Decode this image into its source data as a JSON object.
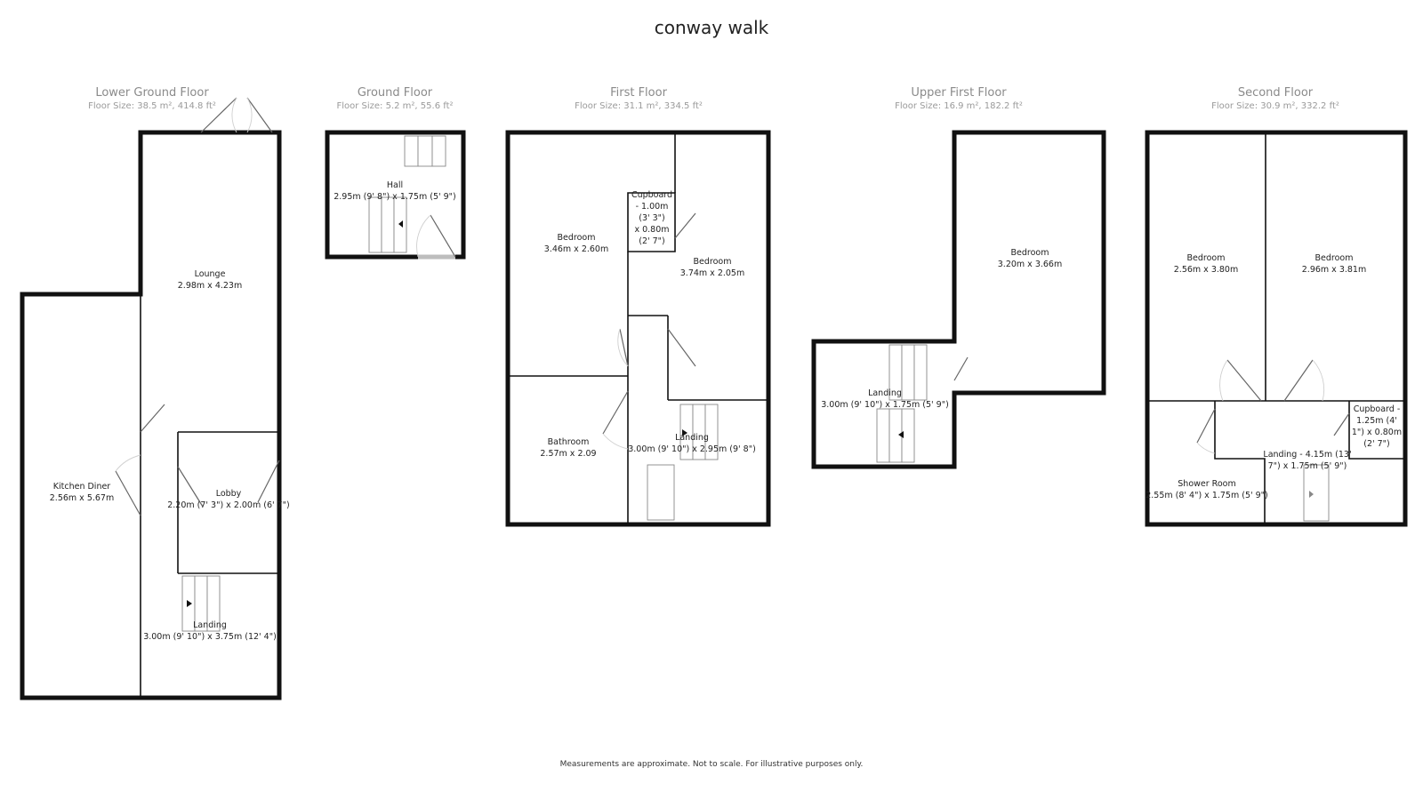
{
  "title": "conway walk",
  "footer_note": "Measurements are approximate. Not to scale. For illustrative purposes only.",
  "floors": {
    "lower_ground": {
      "name": "Lower Ground Floor",
      "size": "Floor Size: 38.5 m², 414.8 ft²",
      "rooms": {
        "lounge": {
          "name": "Lounge",
          "dims": "2.98m x 4.23m"
        },
        "kitchen": {
          "name": "Kitchen Diner",
          "dims": "2.56m x 5.67m"
        },
        "lobby": {
          "name": "Lobby",
          "dims": "2.20m (7' 3\") x 2.00m (6' 7\")"
        },
        "landing": {
          "name": "Landing",
          "dims": "3.00m (9' 10\") x 3.75m (12' 4\")"
        }
      }
    },
    "ground": {
      "name": "Ground Floor",
      "size": "Floor Size: 5.2 m², 55.6 ft²",
      "rooms": {
        "hall": {
          "name": "Hall",
          "dims": "2.95m (9' 8\") x 1.75m (5' 9\")"
        }
      }
    },
    "first": {
      "name": "First Floor",
      "size": "Floor Size: 31.1 m², 334.5 ft²",
      "rooms": {
        "bedroom1": {
          "name": "Bedroom",
          "dims": "3.46m x 2.60m"
        },
        "cupboard": {
          "name": "Cupboard",
          "l1": "- 1.00m",
          "l2": "(3' 3\")",
          "l3": "x 0.80m",
          "l4": "(2' 7\")"
        },
        "bedroom2": {
          "name": "Bedroom",
          "dims": "3.74m x 2.05m"
        },
        "bathroom": {
          "name": "Bathroom",
          "dims": "2.57m x 2.09"
        },
        "landing": {
          "name": "Landing",
          "dims": "3.00m (9' 10\") x 2.95m (9' 8\")"
        }
      }
    },
    "upper_first": {
      "name": "Upper First Floor",
      "size": "Floor Size: 16.9 m², 182.2 ft²",
      "rooms": {
        "bedroom": {
          "name": "Bedroom",
          "dims": "3.20m x 3.66m"
        },
        "landing": {
          "name": "Landing",
          "dims": "3.00m (9' 10\") x 1.75m (5' 9\")"
        }
      }
    },
    "second": {
      "name": "Second Floor",
      "size": "Floor Size: 30.9 m², 332.2 ft²",
      "rooms": {
        "bedroom1": {
          "name": "Bedroom",
          "dims": "2.56m x 3.80m"
        },
        "bedroom2": {
          "name": "Bedroom",
          "dims": "2.96m x 3.81m"
        },
        "cupboard": {
          "name": "Cupboard -",
          "l1": "1.25m (4'",
          "l2": "1\") x 0.80m",
          "l3": "(2' 7\")"
        },
        "landing": {
          "name": "Landing - 4.15m (13'",
          "l2": "7\") x 1.75m (5' 9\")"
        },
        "shower": {
          "name": "Shower Room",
          "dims": "2.55m (8' 4\") x 1.75m (5' 9\")"
        }
      }
    }
  }
}
